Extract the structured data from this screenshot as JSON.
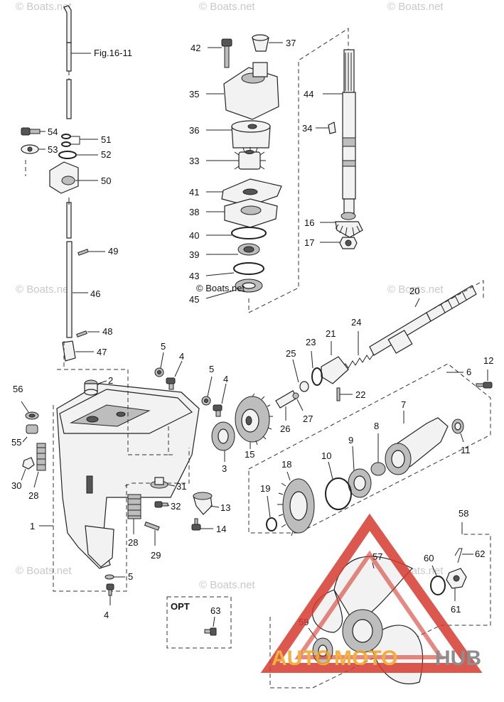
{
  "diagram": {
    "reference": "Fig.16-11",
    "option_label": "OPT",
    "copyright": "© Boats.net",
    "watermark": "© Boats.net",
    "brand": {
      "part1": "AUTO",
      "part2": "MOTO",
      "part3": "HUB",
      "color_red": "#d63a2f",
      "color_orange": "#f2a31b",
      "color_gray": "#7a7a7a"
    },
    "labels": {
      "p1": "1",
      "p2": "2",
      "p3": "3",
      "p4a": "4",
      "p4b": "4",
      "p4c": "4",
      "p5a": "5",
      "p5b": "5",
      "p5c": "5",
      "p6": "6",
      "p7": "7",
      "p8": "8",
      "p9": "9",
      "p10": "10",
      "p11": "11",
      "p12": "12",
      "p13": "13",
      "p14": "14",
      "p15": "15",
      "p16": "16",
      "p17": "17",
      "p18": "18",
      "p19": "19",
      "p20": "20",
      "p21": "21",
      "p22": "22",
      "p23": "23",
      "p24": "24",
      "p25": "25",
      "p26": "26",
      "p27": "27",
      "p28a": "28",
      "p28b": "28",
      "p29": "29",
      "p30": "30",
      "p31": "31",
      "p32": "32",
      "p33": "33",
      "p34": "34",
      "p35": "35",
      "p36": "36",
      "p37": "37",
      "p38": "38",
      "p39": "39",
      "p40": "40",
      "p41": "41",
      "p42": "42",
      "p43": "43",
      "p44": "44",
      "p45": "45",
      "p46": "46",
      "p47": "47",
      "p48": "48",
      "p49": "49",
      "p50": "50",
      "p51": "51",
      "p52": "52",
      "p53": "53",
      "p54": "54",
      "p55": "55",
      "p56": "56",
      "p57": "57",
      "p58": "58",
      "p59": "59",
      "p60": "60",
      "p61": "61",
      "p62": "62",
      "p63": "63"
    }
  }
}
